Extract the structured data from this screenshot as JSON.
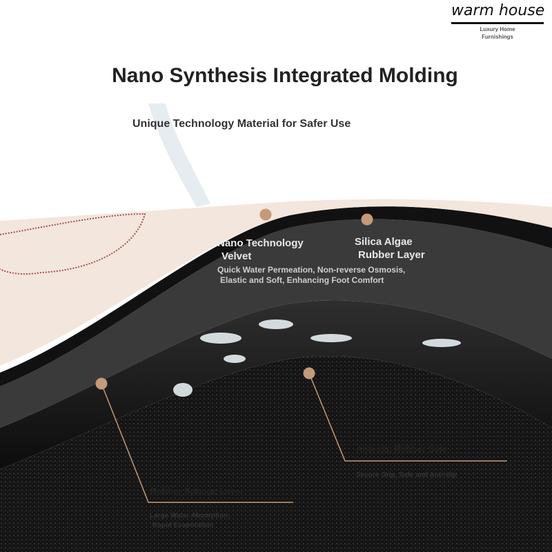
{
  "logo": {
    "name": "warm house",
    "tagline_line1": "Luxury Home",
    "tagline_line2": "Furnishings"
  },
  "header": {
    "title": "Nano Synthesis Integrated Molding",
    "subtitle": "Unique Technology Material for Safer Use"
  },
  "layers": {
    "velvet": {
      "label_line1": "Nano Technology",
      "label_line2": "Velvet"
    },
    "silica": {
      "label_line1": "Silica Algae",
      "label_line2": "Rubber Layer"
    },
    "velvet_desc_line1": "Quick Water Permeation, Non-reverse Osmosis,",
    "velvet_desc_line2": "Elastic and Soft, Enhancing Foot Comfort",
    "sole": {
      "label": "Anti-slip Rubber Sole",
      "desc": "Secure Grip, Safe and Anti-slip"
    },
    "sponge": {
      "label": "Rubber Sponge Layer",
      "desc_line1": "Large Water Absorption,",
      "desc_line2": "Rapid Evaporation"
    }
  },
  "colors": {
    "marker": "#c49a78",
    "velvet": "#f3e6dc",
    "rubber": "#1a1a1a"
  }
}
